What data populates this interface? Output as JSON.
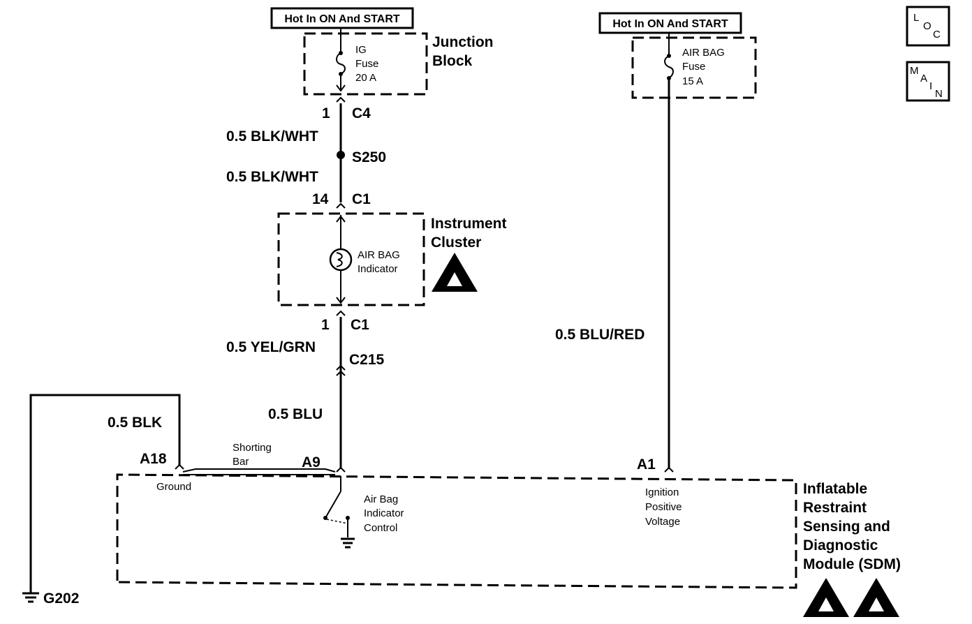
{
  "power_labels": {
    "left": "Hot In ON And START",
    "right": "Hot In ON And START"
  },
  "corner_icons": {
    "loc": [
      "L",
      "O",
      "C"
    ],
    "main": [
      "M",
      "A",
      "I",
      "N"
    ]
  },
  "junction_block": {
    "title_line1": "Junction",
    "title_line2": "Block",
    "fuse_line1": "IG",
    "fuse_line2": "Fuse",
    "fuse_line3": "20 A"
  },
  "airbag_fuse": {
    "line1": "AIR BAG",
    "line2": "Fuse",
    "line3": "15 A"
  },
  "connectors": {
    "c4_pin": "1",
    "c4_name": "C4",
    "splice": "S250",
    "c1_top_pin": "14",
    "c1_top_name": "C1",
    "c1_bot_pin": "1",
    "c1_bot_name": "C1",
    "c215": "C215",
    "a18": "A18",
    "a9": "A9",
    "a1": "A1",
    "ground": "G202"
  },
  "wires": {
    "w1": "0.5 BLK/WHT",
    "w2": "0.5 BLK/WHT",
    "w3": "0.5 YEL/GRN",
    "w4": "0.5 BLU",
    "w5": "0.5 BLK",
    "w6": "0.5 BLU/RED"
  },
  "instrument_cluster": {
    "title_line1": "Instrument",
    "title_line2": "Cluster",
    "indicator_line1": "AIR BAG",
    "indicator_line2": "Indicator"
  },
  "shorting_bar": {
    "line1": "Shorting",
    "line2": "Bar"
  },
  "sdm": {
    "ground_label": "Ground",
    "control_line1": "Air Bag",
    "control_line2": "Indicator",
    "control_line3": "Control",
    "ign_line1": "Ignition",
    "ign_line2": "Positive",
    "ign_line3": "Voltage",
    "title_line1": "Inflatable",
    "title_line2": "Restraint",
    "title_line3": "Sensing and",
    "title_line4": "Diagnostic",
    "title_line5": "Module (SDM)"
  },
  "icons": {
    "esd": "esd-warning-icon",
    "bulb": "bulb-icon",
    "ground": "ground-icon",
    "fuse": "fuse-icon"
  }
}
